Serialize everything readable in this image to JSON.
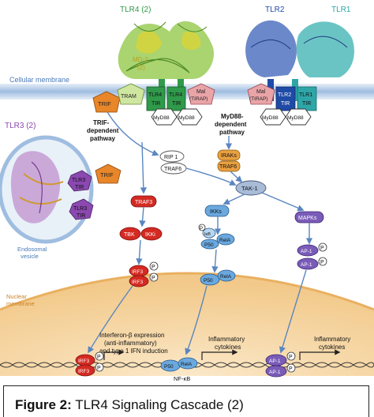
{
  "receptors": {
    "tlr4_title": "TLR4 (2)",
    "md2": "MD-2",
    "md2_count": "(2)",
    "tlr2": "TLR2",
    "tlr1": "TLR1",
    "tlr3_title": "TLR3 (2)"
  },
  "membranes": {
    "cellular": "Cellular membrane",
    "endosomal_1": "Endosomal",
    "endosomal_2": "vesicle",
    "nuclear_1": "Nuclear",
    "nuclear_2": "membrane"
  },
  "adaptors": {
    "trif": "TRIF",
    "tram": "TRAM",
    "tlr4": "TLR4",
    "tir": "TIR",
    "mal": "Mal",
    "tirap": "(TIRAP)",
    "tlr2": "TLR2",
    "tlr1": "TLR1",
    "myd88": "MyD88",
    "tlr3": "TLR3"
  },
  "pathways": {
    "trif_1": "TRIF-",
    "trif_2": "dependent",
    "trif_3": "pathway",
    "myd88_1": "MyD88-",
    "myd88_2": "dependent",
    "myd88_3": "pathway"
  },
  "nodes": {
    "rip1": "RIP 1",
    "traf6": "TRAF6",
    "iraks": "IRAKs",
    "tak1": "TAK-1",
    "traf3": "TRAF3",
    "tbk": "TBK",
    "ikki": "IKKi",
    "irf3": "IRF3",
    "p": "P",
    "ikks": "IKKs",
    "p50": "P50",
    "rela": "RelA",
    "ikb": "IκB",
    "mapks": "MAPKs",
    "ap1": "AP-1"
  },
  "outputs": {
    "interferon_1": "Interferon-β expression",
    "interferon_2": "(anti-inflammatory)",
    "interferon_3": "and type 1 IFN induction",
    "cytokines_1": "Inflammatory",
    "cytokines_2": "cytokines",
    "nfkb": "NF-κB"
  },
  "caption": {
    "figure": "Figure 2:",
    "text": " TLR4 Signaling Cascade (2)"
  },
  "colors": {
    "trif": "#e8862a",
    "tram": "#cfe6a0",
    "tlr4_tir": "#2f9a4a",
    "mal": "#e9a4a8",
    "tlr2_tir": "#1f4aa6",
    "tlr1_tir": "#2ea6a8",
    "tlr3_tir": "#8a48b0",
    "red_node": "#d42a22",
    "blue_node": "#6aa8de",
    "purple_node": "#7a5cb8",
    "orange_node": "#e8a040",
    "membrane": "#bcd2ea",
    "nucleus": "#f7d9a8"
  }
}
